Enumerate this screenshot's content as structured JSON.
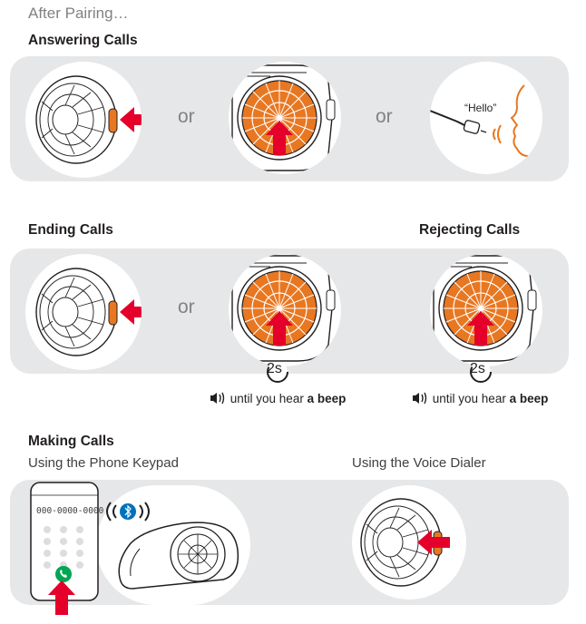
{
  "header": {
    "text": "After Pairing…"
  },
  "sections": {
    "answering": {
      "title": "Answering Calls",
      "or1": "or",
      "or2": "or",
      "hello": "“Hello”"
    },
    "ending": {
      "title": "Ending Calls",
      "or": "or",
      "hold_label": "2s",
      "beep_pre": "until you hear ",
      "beep_bold": "a beep"
    },
    "rejecting": {
      "title": "Rejecting Calls",
      "hold_label": "2s",
      "beep_pre": "until you hear ",
      "beep_bold": "a beep"
    },
    "making": {
      "title": "Making Calls",
      "keypad_subtitle": "Using the Phone Keypad",
      "voice_subtitle": "Using the Voice Dialer",
      "phone_number": "000-0000-0000"
    }
  },
  "colors": {
    "accent_orange": "#e87722",
    "arrow_red": "#e4002b",
    "panel_gray": "#e6e7e8",
    "call_green": "#00a651",
    "bluetooth_blue": "#0072bc"
  }
}
